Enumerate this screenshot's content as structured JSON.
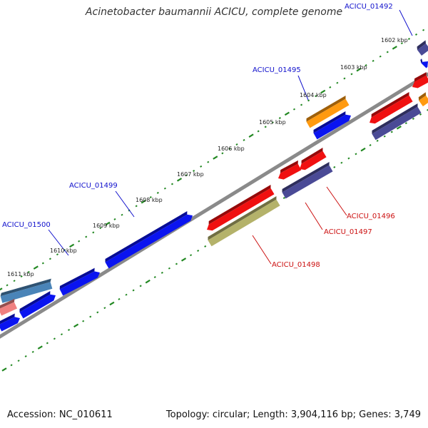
{
  "title": "Acinetobacter baumannii ACICU, complete genome",
  "footer": {
    "accession": "Accession: NC_010611",
    "summary": "Topology: circular; Length: 3,904,116 bp; Genes: 3,749"
  },
  "colors": {
    "backbone": "#8a8a8a",
    "ticks": "#228822",
    "plus_label": "#1010cc",
    "minus_label": "#cc1010",
    "blue": "#0a14f0",
    "red": "#f01010",
    "navy": "#4a4a96",
    "orange": "#ff9a10",
    "olive": "#b4b26a",
    "steel": "#4a84b8",
    "pink": "#f08080"
  },
  "scale_labels": [
    "1602 kbp",
    "1603 kbp",
    "1604 kbp",
    "1605 kbp",
    "1606 kbp",
    "1607 kbp",
    "1608 kbp",
    "1609 kbp",
    "1610 kbp",
    "1611 kbp"
  ],
  "gene_labels": {
    "plus": [
      "ACICU_01492",
      "ACICU_01495",
      "ACICU_01499",
      "ACICU_01500"
    ],
    "minus": [
      "ACICU_01496",
      "ACICU_01497",
      "ACICU_01498"
    ]
  }
}
